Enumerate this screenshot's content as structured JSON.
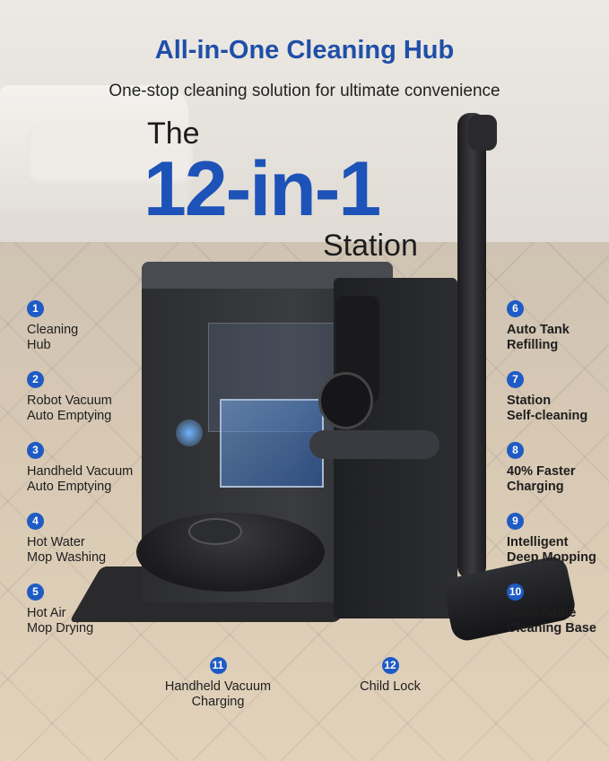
{
  "header": {
    "title": "All-in-One Cleaning Hub",
    "subtitle": "One-stop cleaning solution for ultimate convenience"
  },
  "hero": {
    "line1": "The",
    "line2": "12-in-1",
    "line3": "Station"
  },
  "features": [
    {
      "number": "1",
      "label": "Cleaning\nHub"
    },
    {
      "number": "2",
      "label": "Robot Vacuum\nAuto Emptying"
    },
    {
      "number": "3",
      "label": "Handheld Vacuum\nAuto Emptying"
    },
    {
      "number": "4",
      "label": "Hot Water\nMop Washing"
    },
    {
      "number": "5",
      "label": "Hot Air\nMop Drying"
    },
    {
      "number": "6",
      "label": "Auto Tank\nRefilling"
    },
    {
      "number": "7",
      "label": "Station\nSelf-cleaning"
    },
    {
      "number": "8",
      "label": "40% Faster\nCharging"
    },
    {
      "number": "9",
      "label": "Intelligent\nDeep Mopping"
    },
    {
      "number": "10",
      "label": "Detachable\nCleaning Base"
    },
    {
      "number": "11",
      "label": "Handheld Vacuum\nCharging"
    },
    {
      "number": "12",
      "label": "Child Lock"
    }
  ],
  "colors": {
    "accent": "#1f5bc4",
    "headline": "#1f4fa8",
    "big_text": "#1d53b8"
  }
}
